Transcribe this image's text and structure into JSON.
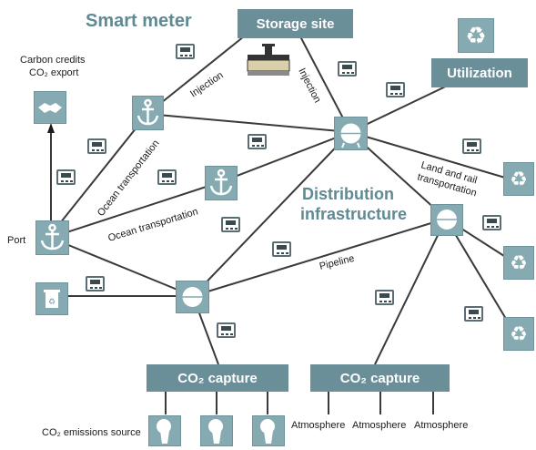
{
  "title": "Smart meter",
  "nodes": {
    "storage_site": "Storage site",
    "utilization": "Utilization",
    "carbon_credits": "Carbon credits",
    "co2_export": "CO₂ export",
    "port": "Port",
    "distribution": [
      "Distribution",
      "infrastructure"
    ],
    "capture_left": "CO₂ capture",
    "capture_right": "CO₂ capture",
    "emissions_source": "CO₂ emissions source",
    "atmosphere": [
      "Atmosphere",
      "Atmosphere",
      "Atmosphere"
    ]
  },
  "edge_labels": {
    "injection_left": "Injection",
    "injection_right": "Injection",
    "ocean_transport_1": "Ocean transportation",
    "ocean_transport_2": "Ocean transportation",
    "land_rail": [
      "Land and rail",
      "transportation"
    ],
    "pipeline": "Pipeline"
  },
  "colors": {
    "box": "#6b8f98",
    "tile": "#86aab1",
    "heading": "#5f8a94",
    "line": "#3a3a3a"
  },
  "icons": [
    "anchor-icon",
    "handshake-icon",
    "recycle-icon",
    "storage-tank-icon",
    "sphere-tank-icon",
    "smokestack-icon",
    "smart-meter-icon",
    "recycle-bin-icon"
  ]
}
